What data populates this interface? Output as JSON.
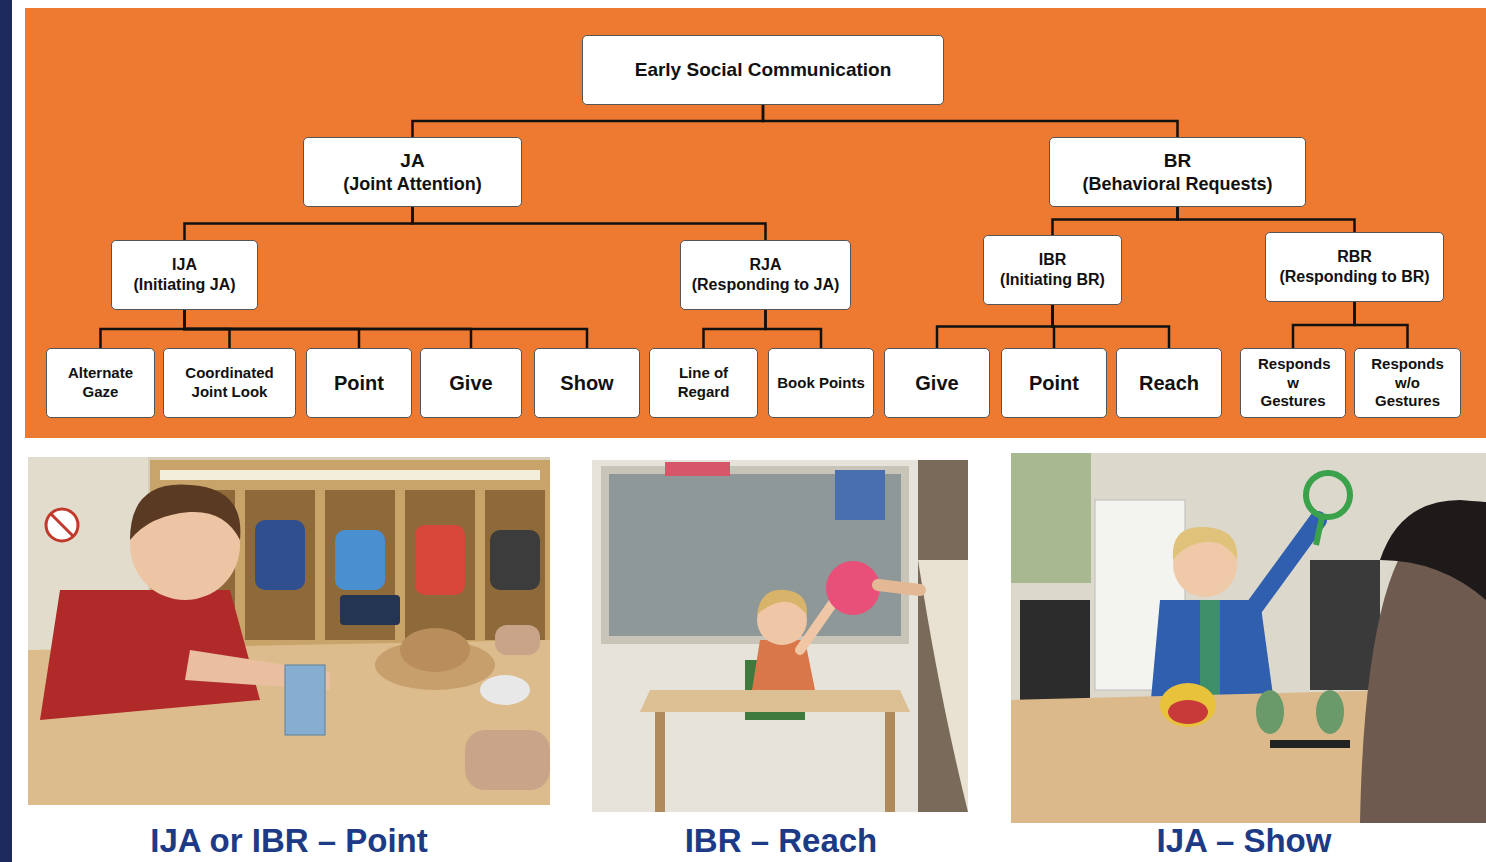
{
  "diagram": {
    "nodes": [
      {
        "text": [
          "Early Social Communication"
        ]
      },
      {
        "text": [
          "JA",
          "(Joint Attention)"
        ]
      },
      {
        "text": [
          "BR",
          "(Behavioral Requests)"
        ]
      },
      {
        "text": [
          "IJA",
          "(Initiating JA)"
        ]
      },
      {
        "text": [
          "RJA",
          "(Responding to JA)"
        ]
      },
      {
        "text": [
          "IBR",
          "(Initiating BR)"
        ]
      },
      {
        "text": [
          "RBR",
          "(Responding to BR)"
        ]
      },
      {
        "text": [
          "Alternate Gaze"
        ]
      },
      {
        "text": [
          "Coordinated Joint Look"
        ]
      },
      {
        "text": [
          "Point"
        ]
      },
      {
        "text": [
          "Give"
        ]
      },
      {
        "text": [
          "Show"
        ]
      },
      {
        "text": [
          "Line of Regard"
        ]
      },
      {
        "text": [
          "Book Points"
        ]
      },
      {
        "text": [
          "Give"
        ]
      },
      {
        "text": [
          "Point"
        ]
      },
      {
        "text": [
          "Reach"
        ]
      },
      {
        "text": [
          "Responds w Gestures"
        ]
      },
      {
        "text": [
          "Responds w/o Gestures"
        ]
      }
    ],
    "edges": [
      {
        "from": 0,
        "to": 1,
        "arrow": "none"
      },
      {
        "from": 0,
        "to": 2,
        "arrow": "none"
      },
      {
        "from": 1,
        "to": 3,
        "arrow": "none"
      },
      {
        "from": 1,
        "to": 4,
        "arrow": "none"
      },
      {
        "from": 2,
        "to": 5,
        "arrow": "none"
      },
      {
        "from": 2,
        "to": 6,
        "arrow": "none"
      },
      {
        "from": 3,
        "to": 7,
        "arrow": "none"
      },
      {
        "from": 3,
        "to": 8,
        "arrow": "none"
      },
      {
        "from": 3,
        "to": 9,
        "arrow": "none"
      },
      {
        "from": 3,
        "to": 10,
        "arrow": "none"
      },
      {
        "from": 3,
        "to": 11,
        "arrow": "none"
      },
      {
        "from": 4,
        "to": 12,
        "arrow": "none"
      },
      {
        "from": 4,
        "to": 13,
        "arrow": "none"
      },
      {
        "from": 5,
        "to": 14,
        "arrow": "none"
      },
      {
        "from": 5,
        "to": 15,
        "arrow": "none"
      },
      {
        "from": 5,
        "to": 16,
        "arrow": "none"
      },
      {
        "from": 6,
        "to": 17,
        "arrow": "none"
      },
      {
        "from": 6,
        "to": 18,
        "arrow": "none"
      }
    ],
    "labels": [
      "IJA or IBR – Point",
      "IBR – Reach",
      "IJA – Show"
    ]
  }
}
